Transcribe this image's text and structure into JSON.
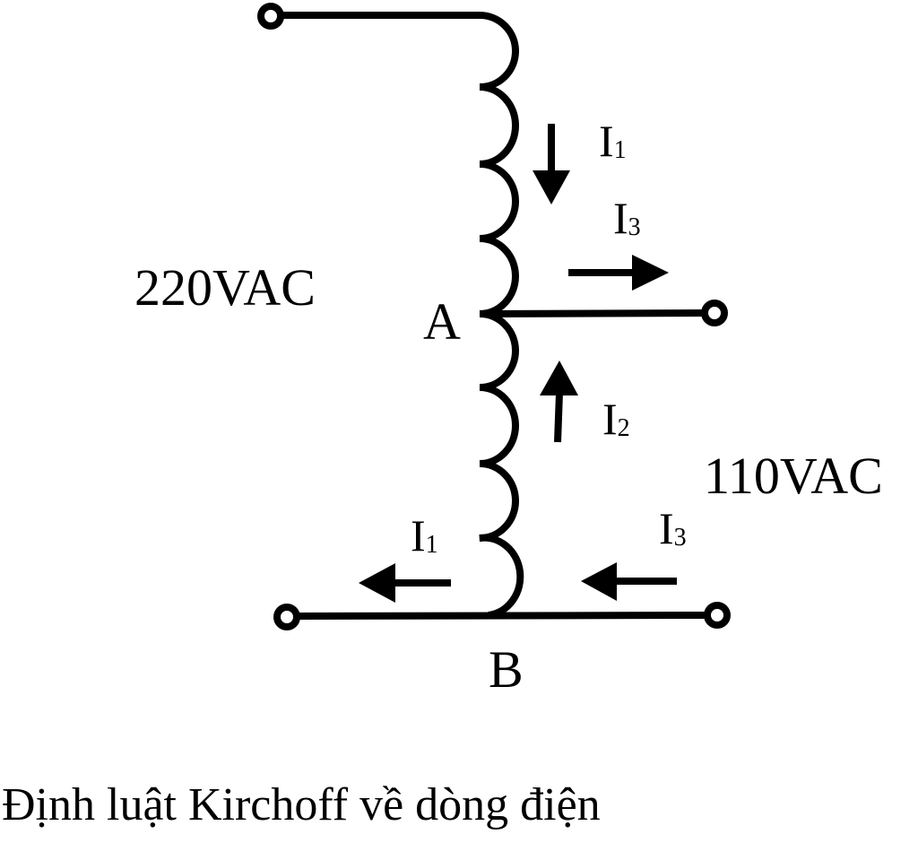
{
  "diagram": {
    "labels": {
      "v_high": "220VAC",
      "v_low": "110VAC",
      "node_a": "A",
      "node_b": "B"
    },
    "currents": {
      "i1_top": {
        "base": "I",
        "sub": "1"
      },
      "i3_top": {
        "base": "I",
        "sub": "3"
      },
      "i2": {
        "base": "I",
        "sub": "2"
      },
      "i1_bottom": {
        "base": "I",
        "sub": "1"
      },
      "i3_bottom": {
        "base": "I",
        "sub": "3"
      }
    },
    "caption": "Định luật Kirchoff về dòng điện",
    "stroke_color": "#000000"
  }
}
